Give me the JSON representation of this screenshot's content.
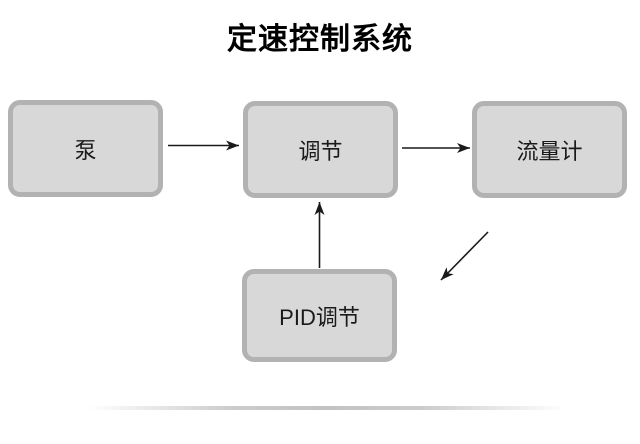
{
  "title": "定速控制系统",
  "diagram": {
    "nodes": [
      {
        "id": "pump",
        "label": "泵"
      },
      {
        "id": "regulator",
        "label": "调节"
      },
      {
        "id": "flowmeter",
        "label": "流量计"
      },
      {
        "id": "pid",
        "label": "PID调节"
      }
    ],
    "edges": [
      {
        "from": "pump",
        "to": "regulator",
        "direction": "right"
      },
      {
        "from": "regulator",
        "to": "flowmeter",
        "direction": "right"
      },
      {
        "from": "pid",
        "to": "regulator",
        "direction": "up"
      },
      {
        "from": "flowmeter",
        "to": "pid",
        "direction": "down-left"
      }
    ],
    "colors": {
      "node_fill": "#d8d8d8",
      "node_border": "#b2b2b2",
      "text": "#1a1a1a",
      "arrow": "#1a1a1a",
      "shadow_bar": "#c2c2c2"
    }
  }
}
